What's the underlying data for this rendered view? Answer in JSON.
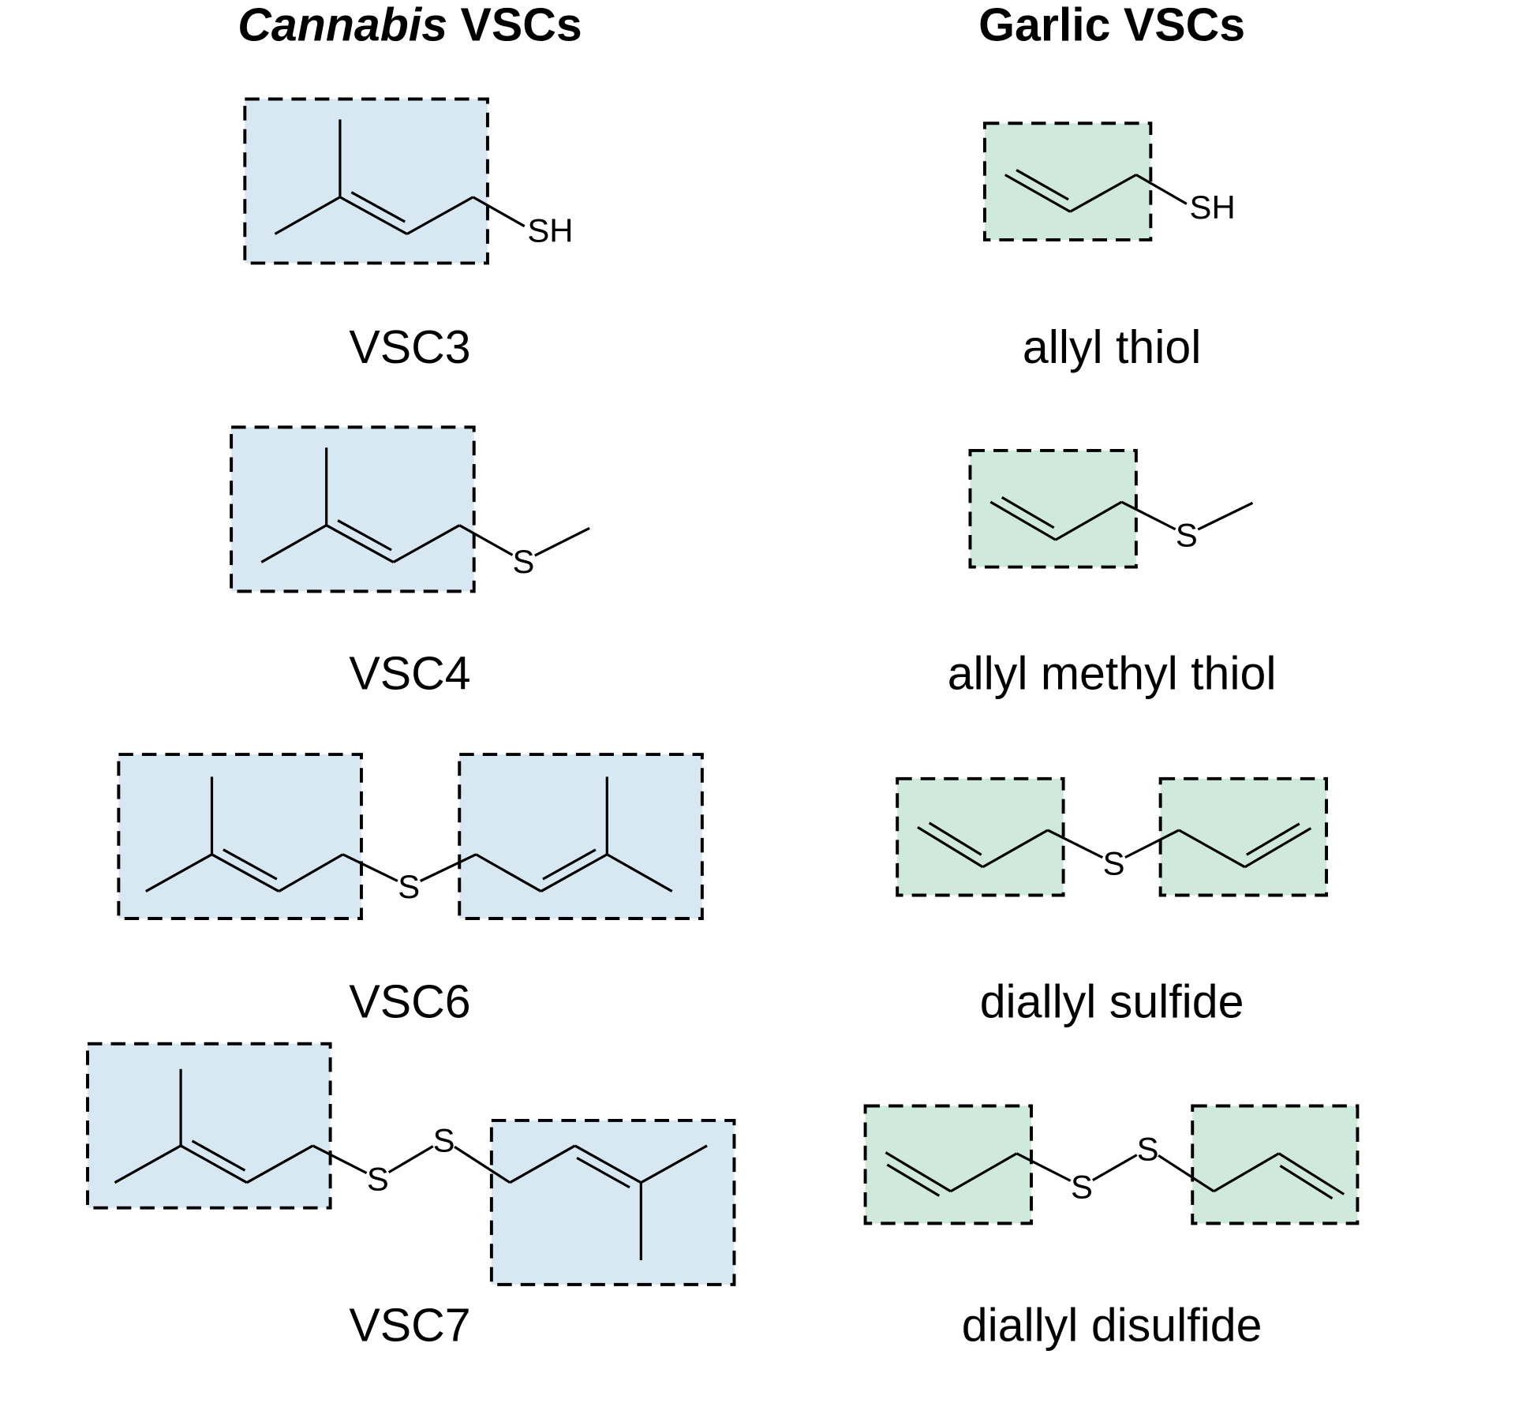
{
  "titles": {
    "cannabis_italic": "Cannabis",
    "cannabis_rest": " VSCs",
    "garlic": "Garlic VSCs"
  },
  "cannabis": [
    {
      "name": "VSC3"
    },
    {
      "name": "VSC4"
    },
    {
      "name": "VSC6"
    },
    {
      "name": "VSC7"
    }
  ],
  "garlic": [
    {
      "name": "allyl thiol"
    },
    {
      "name": "allyl methyl thiol"
    },
    {
      "name": "diallyl sulfide"
    },
    {
      "name": "diallyl disulfide"
    }
  ],
  "atoms": {
    "sh": "SH",
    "s": "S"
  },
  "colors": {
    "cannabis_box": "#d8e8f3",
    "garlic_box": "#cfe9dc",
    "line": "#000000"
  }
}
